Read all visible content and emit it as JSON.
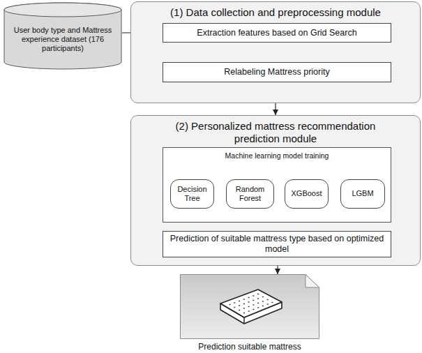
{
  "diagram": {
    "nodes": [
      {
        "text": [
          "User body type and Mattress experience dataset (176 participants)"
        ]
      },
      {
        "text": [
          "(1) Data collection and preprocessing module"
        ]
      },
      {
        "text": [
          "Extraction features based on Grid Search"
        ],
        "in": 1
      },
      {
        "text": [
          "Relabeling Mattress priority"
        ],
        "in": 1
      },
      {
        "text": [
          "(2) Personalized mattress recommendation prediction module"
        ]
      },
      {
        "text": [
          "Machine learning model training"
        ],
        "in": 4
      },
      {
        "text": [
          "Decision Tree"
        ],
        "in": 5
      },
      {
        "text": [
          "Random Forest"
        ],
        "in": 5
      },
      {
        "text": [
          "XGBoost"
        ],
        "in": 5
      },
      {
        "text": [
          "LGBM"
        ],
        "in": 5
      },
      {
        "text": [
          "Prediction of suitable mattress type based on optimized model"
        ],
        "in": 4
      },
      {
        "text": [
          "Prediction suitable mattress"
        ]
      }
    ],
    "edges": [
      {
        "from": 0,
        "to": 2,
        "arrow": "to"
      },
      {
        "from": 2,
        "to": 3,
        "arrow": "to"
      },
      {
        "from": 1,
        "to": 4,
        "arrow": "to"
      },
      {
        "from": 5,
        "to": 10,
        "arrow": "to"
      },
      {
        "from": 4,
        "to": 11,
        "arrow": "to"
      }
    ]
  }
}
